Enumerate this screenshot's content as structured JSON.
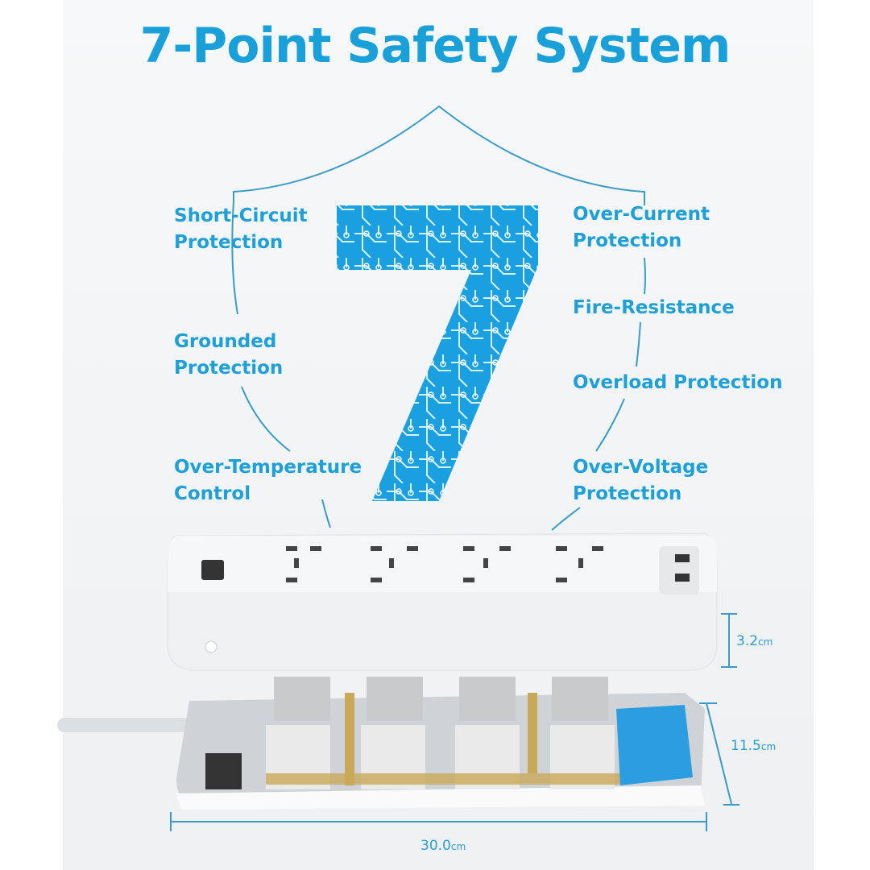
{
  "title": "7-Point Safety System",
  "features": {
    "left": [
      "Short-Circuit Protection",
      "Grounded Protection",
      "Over-Temperature Control"
    ],
    "right": [
      "Over-Current Protection",
      "Fire-Resistance",
      "Overload Protection",
      "Over-Voltage Protection"
    ]
  },
  "big_number": "7",
  "dimensions": {
    "height_value": "3.2",
    "height_unit": "cm",
    "depth_value": "11.5",
    "depth_unit": "cm",
    "width_value": "30.0",
    "width_unit": "cm"
  },
  "colors": {
    "accent": "#1aa0d8",
    "line": "#3a9bc4"
  }
}
